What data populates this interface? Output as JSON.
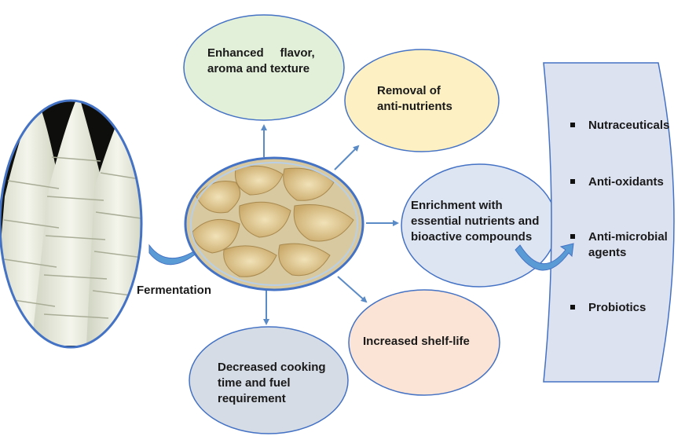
{
  "diagram": {
    "center_process_label": "Fermentation",
    "benefits": [
      {
        "id": "flavor",
        "lines": [
          "Enhanced     flavor,",
          "aroma and texture"
        ],
        "color": "#e2efd9"
      },
      {
        "id": "antinutrients",
        "lines": [
          "Removal of",
          "anti-nutrients"
        ],
        "color": "#fdf1c4"
      },
      {
        "id": "enrichment",
        "lines": [
          "Enrichment with",
          "essential nutrients and",
          "bioactive compounds"
        ],
        "color": "#dde4f2"
      },
      {
        "id": "shelflife",
        "lines": [
          "Increased shelf-life"
        ],
        "color": "#fbe4d5"
      },
      {
        "id": "cooking",
        "lines": [
          "Decreased cooking",
          "time and fuel",
          "requirement"
        ],
        "color": "#d6dce5"
      }
    ],
    "applications": [
      "Nutraceuticals",
      "Anti-oxidants",
      "Anti-microbial agents",
      "Probiotics"
    ],
    "colors": {
      "arrow": "#5b8bc6",
      "outline": "#4472c4",
      "panel_fill": "#dde2f1",
      "curved_arrow": "#5b9bd5"
    },
    "images": [
      "bamboo-shoots-photo",
      "fermented-bamboo-shoot-bowl-photo"
    ]
  }
}
